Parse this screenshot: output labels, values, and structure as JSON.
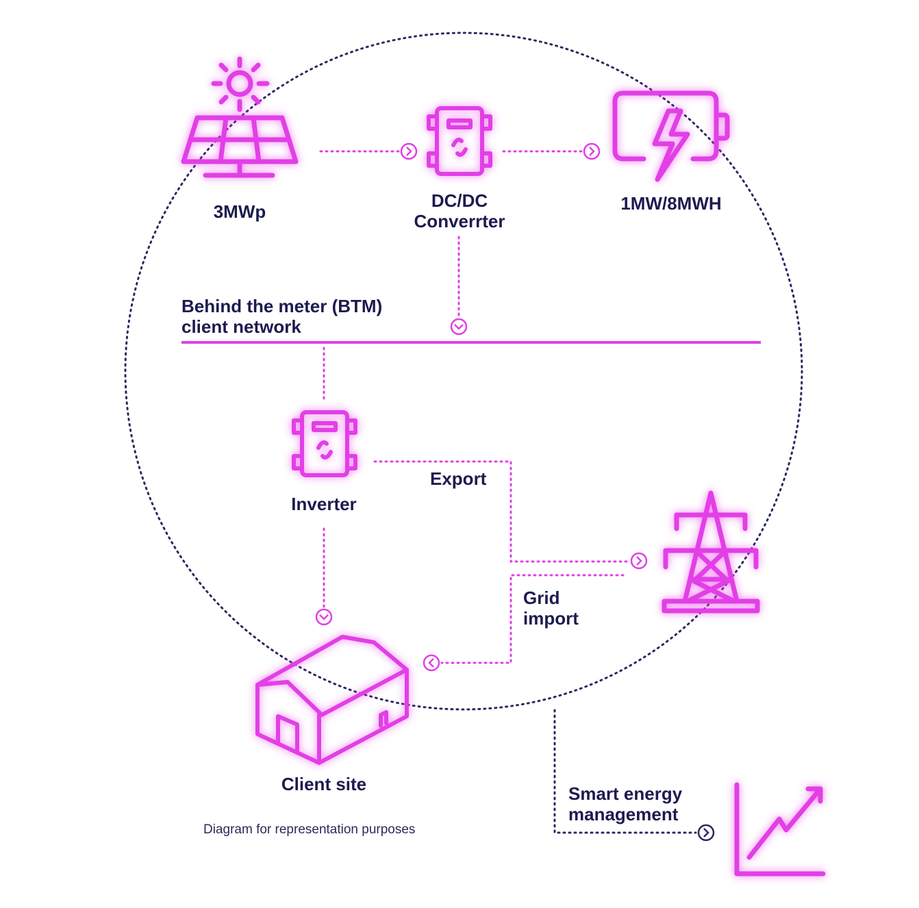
{
  "colors": {
    "accent": "#e23fe6",
    "text": "#1d1b4f",
    "dotted": "#2a2860"
  },
  "nodes": {
    "solar": {
      "label": "3MWp",
      "icon": "solar-panel-icon"
    },
    "converter": {
      "label": "DC/DC\nConverrter",
      "icon": "converter-icon"
    },
    "battery": {
      "label": "1MW/8MWH",
      "icon": "battery-icon"
    },
    "inverter": {
      "label": "Inverter",
      "icon": "inverter-icon"
    },
    "grid": {
      "icon": "pylon-icon"
    },
    "client": {
      "label": "Client site",
      "icon": "warehouse-icon"
    },
    "chart": {
      "icon": "growth-chart-icon"
    }
  },
  "network": {
    "label": "Behind the meter (BTM)\nclient network"
  },
  "flows": {
    "export": "Export",
    "grid_import": "Grid\nimport",
    "smart": "Smart energy\nmanagement"
  },
  "footnote": "Diagram for representation purposes"
}
